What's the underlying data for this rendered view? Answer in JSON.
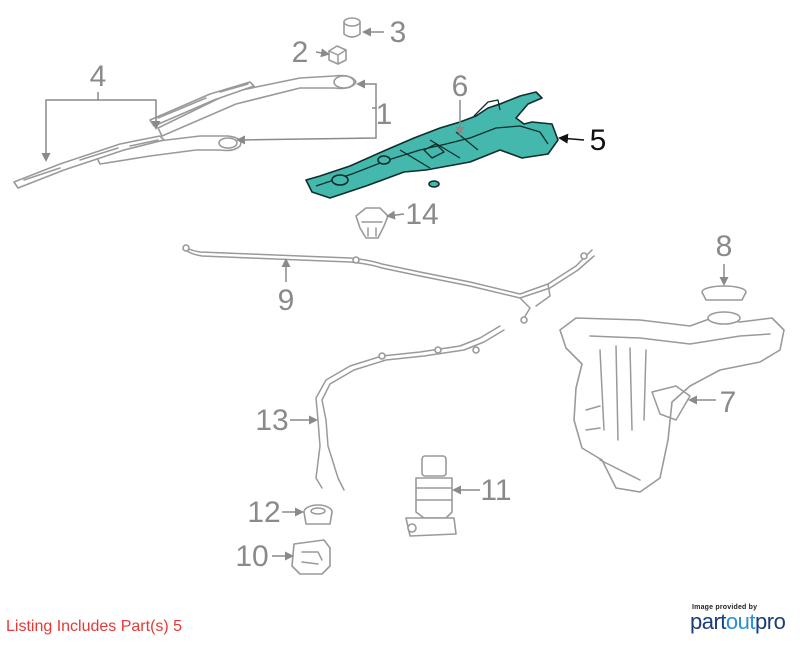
{
  "callouts": {
    "c1": "1",
    "c2": "2",
    "c3": "3",
    "c4": "4",
    "c5": "5",
    "c6": "6",
    "c7": "7",
    "c8": "8",
    "c9": "9",
    "c10": "10",
    "c11": "11",
    "c12": "12",
    "c13": "13",
    "c14": "14"
  },
  "highlighted_part": "5",
  "listing_note": "Listing Includes Part(s) 5",
  "credit": {
    "small": "Image provided by",
    "brand_part": "part",
    "brand_out": "out",
    "brand_pro": "pro"
  },
  "colors": {
    "highlight": "#45b8ad",
    "listing_note": "#e53935",
    "brand_dark": "#1a3d7c",
    "brand_light": "#2b8fd6"
  }
}
